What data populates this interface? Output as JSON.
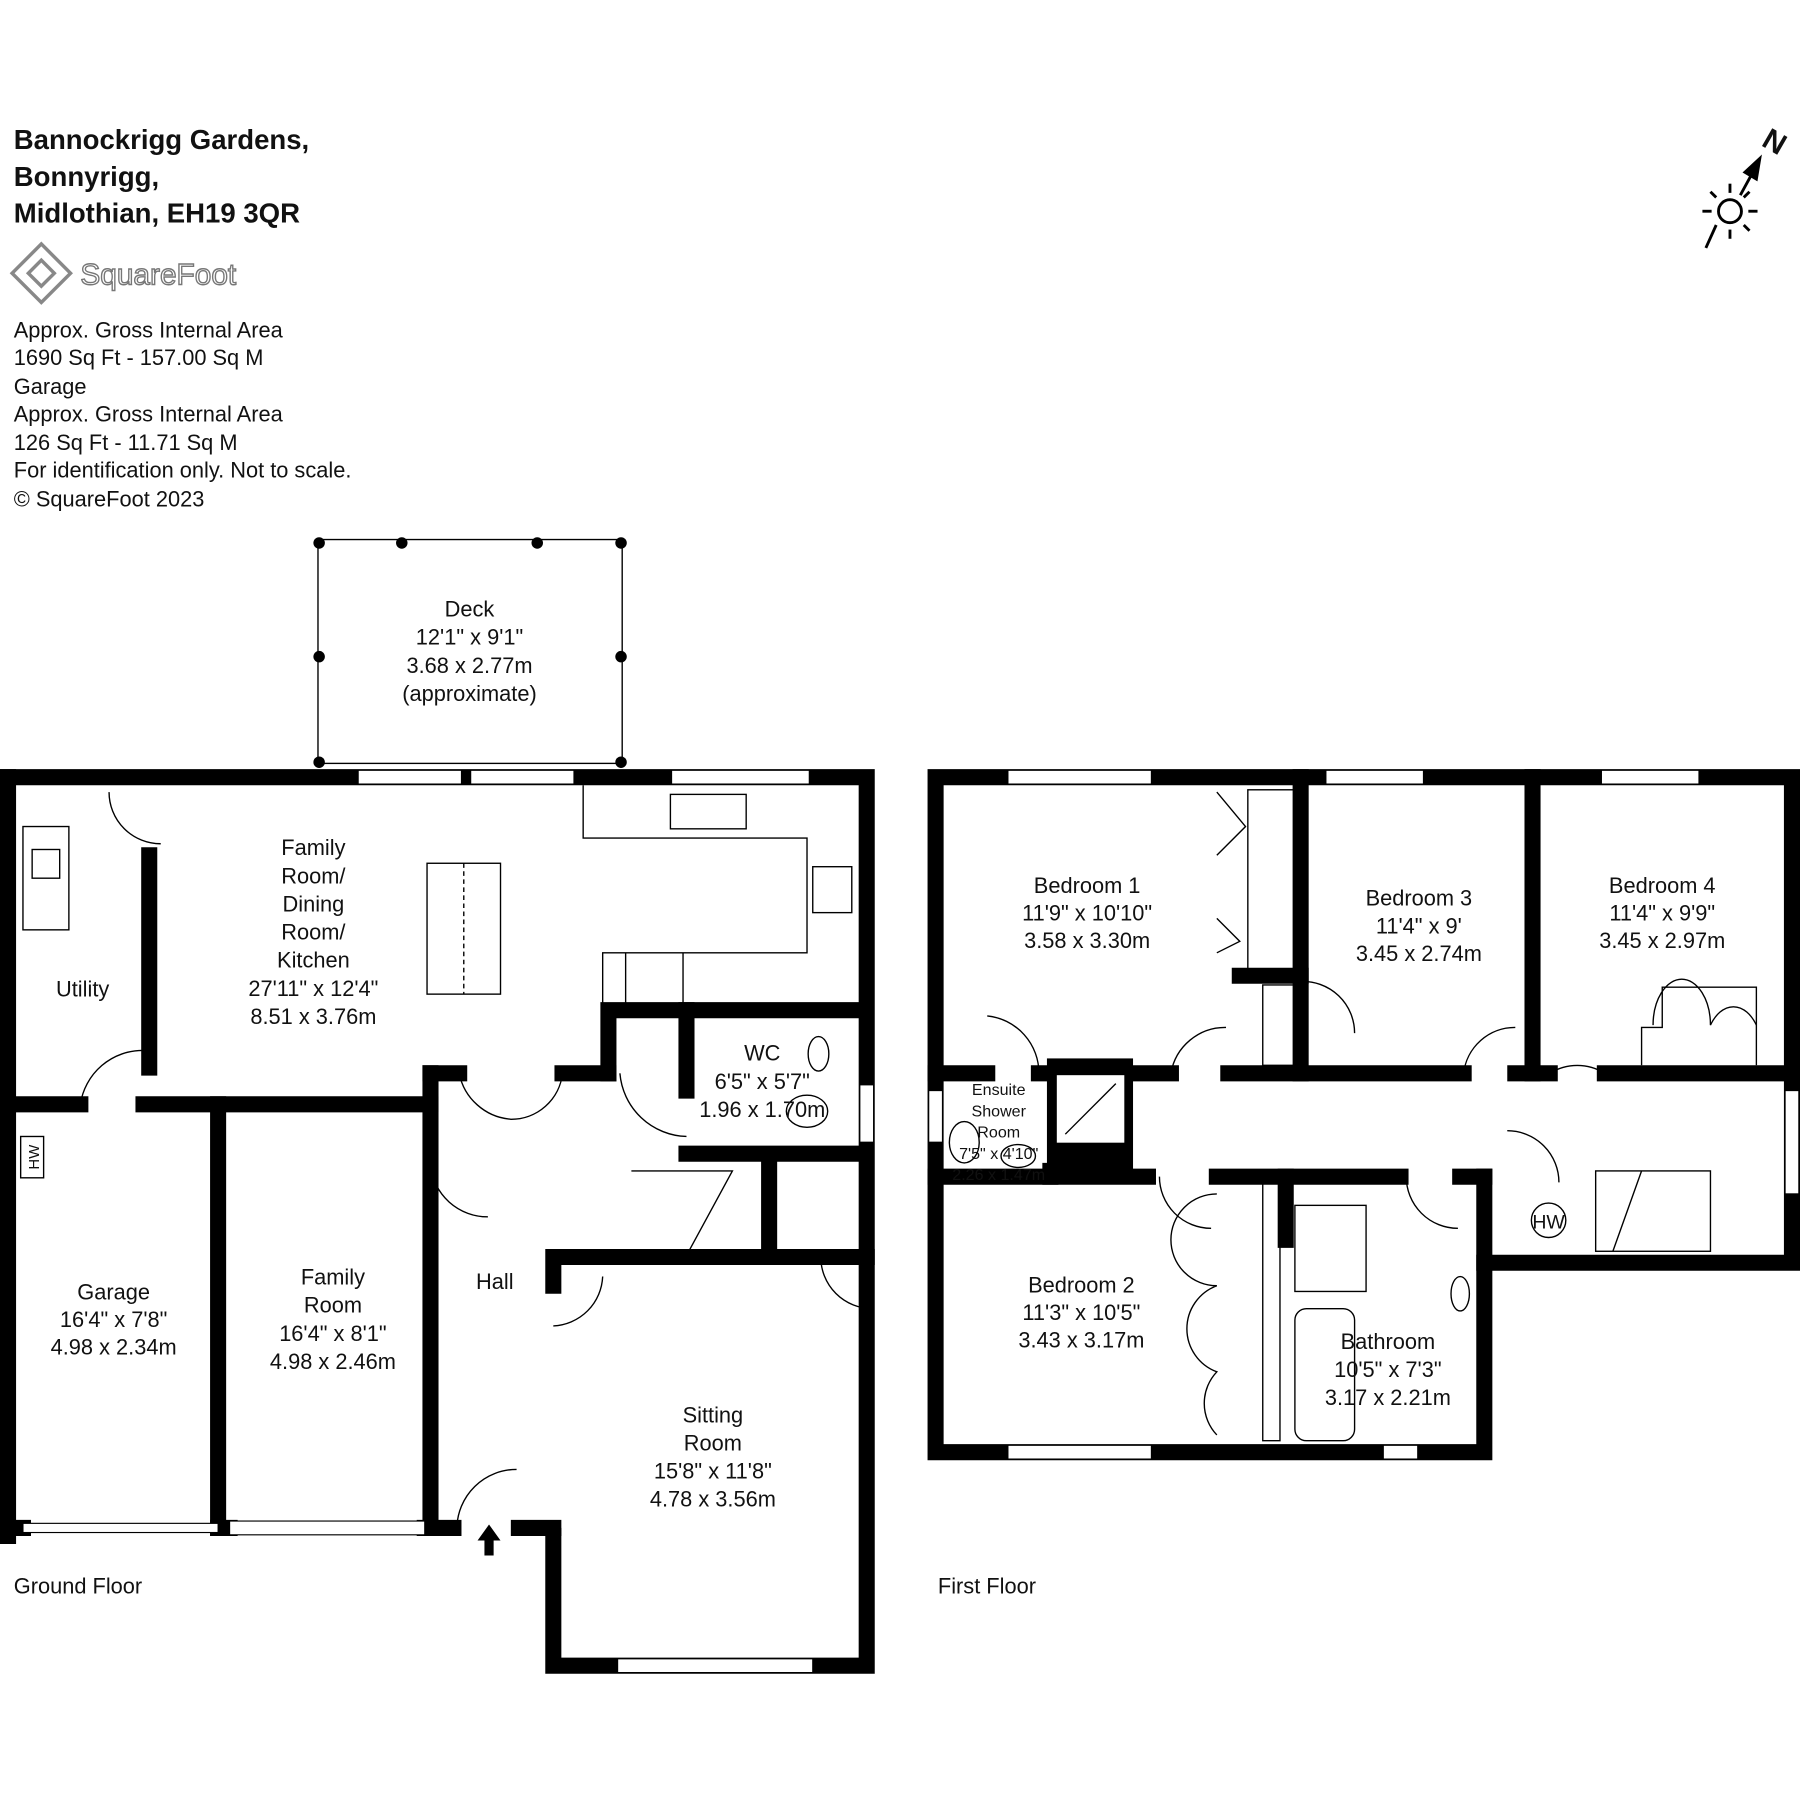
{
  "header": {
    "address_lines": [
      "Bannockrigg Gardens,",
      "Bonnyrigg,",
      "Midlothian, EH19 3QR"
    ],
    "logo_text": "SquareFoot",
    "area_info": [
      "Approx. Gross Internal Area",
      "1690 Sq Ft  -  157.00 Sq M",
      "Garage",
      "Approx. Gross Internal Area",
      "126 Sq Ft  -  11.71 Sq M",
      "For identification only. Not to scale.",
      "© SquareFoot 2023"
    ]
  },
  "compass": {
    "label": "N",
    "icon": "north-arrow-sun-icon"
  },
  "floors": {
    "ground": "Ground Floor",
    "first": "First Floor"
  },
  "rooms": {
    "deck": [
      "Deck",
      "12'1\" x 9'1\"",
      "3.68 x 2.77m",
      "(approximate)"
    ],
    "kitchen": [
      "Family",
      "Room/",
      "Dining",
      "Room/",
      "Kitchen",
      "27'11\" x 12'4\"",
      "8.51 x 3.76m"
    ],
    "utility": [
      "Utility"
    ],
    "wc": [
      "WC",
      "6'5\" x 5'7\"",
      "1.96 x 1.70m"
    ],
    "garage": [
      "Garage",
      "16'4\" x 7'8\"",
      "4.98 x 2.34m"
    ],
    "family_room": [
      "Family",
      "Room",
      "16'4\" x 8'1\"",
      "4.98 x 2.46m"
    ],
    "hall": [
      "Hall"
    ],
    "sitting_room": [
      "Sitting",
      "Room",
      "15'8\" x 11'8\"",
      "4.78 x 3.56m"
    ],
    "bedroom1": [
      "Bedroom 1",
      "11'9\" x 10'10\"",
      "3.58 x 3.30m"
    ],
    "bedroom3": [
      "Bedroom 3",
      "11'4\" x 9'",
      "3.45 x 2.74m"
    ],
    "bedroom4": [
      "Bedroom 4",
      "11'4\" x 9'9\"",
      "3.45 x 2.97m"
    ],
    "ensuite": [
      "Ensuite",
      "Shower",
      "Room",
      "7'5\" x 4'10\"",
      "2.26 x 1.47m"
    ],
    "bedroom2": [
      "Bedroom 2",
      "11'3\" x 10'5\"",
      "3.43 x 3.17m"
    ],
    "bathroom": [
      "Bathroom",
      "10'5\" x 7'3\"",
      "3.17 x 2.21m"
    ]
  },
  "fixtures": {
    "hw_ground": "HW",
    "hw_first": "HW"
  }
}
